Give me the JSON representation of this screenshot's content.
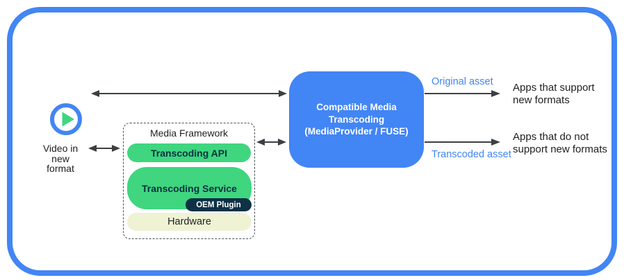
{
  "colors": {
    "brand_blue": "#4285F4",
    "green": "#3FD67F",
    "navy": "#0E3146",
    "pale_hardware": "#EFF3D4",
    "arrow_gray": "#3C4043",
    "text_dark": "#202124"
  },
  "source": {
    "icon": "play-icon",
    "label": "Video in\nnew\nformat"
  },
  "framework": {
    "title": "Media Framework",
    "layers": [
      {
        "label": "Transcoding API"
      },
      {
        "label": "Transcoding Service",
        "plugin_label": "OEM Plugin"
      },
      {
        "label": "Hardware"
      }
    ]
  },
  "transcoder": {
    "label": "Compatible Media\nTranscoding\n(MediaProvider / FUSE)"
  },
  "outputs": [
    {
      "asset_label": "Original asset",
      "target": "Apps that support\nnew formats"
    },
    {
      "asset_label": "Transcoded asset",
      "target": "Apps that do not\nsupport new formats"
    }
  ],
  "edges": [
    {
      "name": "source-to-transcoder",
      "type": "double-arrow"
    },
    {
      "name": "source-to-framework",
      "type": "double-arrow"
    },
    {
      "name": "framework-to-transcoder",
      "type": "double-arrow"
    },
    {
      "name": "transcoder-to-supporting-apps",
      "type": "arrow"
    },
    {
      "name": "transcoder-to-nonsupporting-apps",
      "type": "arrow"
    }
  ]
}
